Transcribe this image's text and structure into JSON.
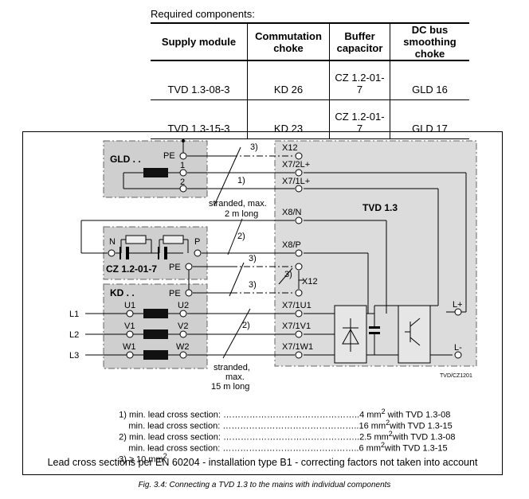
{
  "required_title": "Required components:",
  "table": {
    "headers": [
      {
        "l1": "Supply module",
        "l2": ""
      },
      {
        "l1": "Commutation",
        "l2": "choke"
      },
      {
        "l1": "Buffer",
        "l2": "capacitor"
      },
      {
        "l1": "DC bus",
        "l2": "smoothing choke"
      }
    ],
    "rows": [
      [
        "TVD 1.3-08-3",
        "KD 26",
        "CZ 1.2-01-7",
        "GLD 16"
      ],
      [
        "TVD 1.3-15-3",
        "KD 23",
        "CZ 1.2-01-7",
        "GLD 17"
      ]
    ]
  },
  "diagram": {
    "gld_label": "GLD . .",
    "cz_label": "CZ 1.2-01-7",
    "kd_label": "KD . .",
    "tvd_label": "TVD 1.3",
    "pe": "PE",
    "n": "N",
    "p": "P",
    "one": "1",
    "two": "2",
    "u1": "U1",
    "u2": "U2",
    "v1": "V1",
    "v2": "V2",
    "w1": "W1",
    "w2": "W2",
    "l1": "L1",
    "l2": "L2",
    "l3": "L3",
    "x12": "X12",
    "x7_2l": "X7/2L+",
    "x7_1l": "X7/1L+",
    "x8n": "X8/N",
    "x8p": "X8/P",
    "x7_1u1": "X7/1U1",
    "x7_1v1": "X7/1V1",
    "x7_1w1": "X7/1W1",
    "lplus": "L+",
    "lminus": "L-",
    "ref1": "1)",
    "ref2": "2)",
    "ref3": "3)",
    "stranded_a1": "stranded, max.",
    "stranded_a2": "2 m long",
    "stranded_b1": "stranded,",
    "stranded_b2": "max.",
    "stranded_b3": "15 m long",
    "code": "TVD/CZ1201"
  },
  "notes": [
    {
      "label": "1) min. lead cross section:",
      "dots": "………………………………………..",
      "value": "4 mm",
      "exp": "2",
      "with": "with TVD 1.3-08"
    },
    {
      "label": "    min. lead cross section:",
      "dots": "………………………………………..",
      "value": "16 mm",
      "exp": "2",
      "with": "with TVD 1.3-15"
    },
    {
      "label": "2) min. lead cross section:",
      "dots": "………………………………………..",
      "value": "2.5 mm",
      "exp": "2",
      "with": "with TVD 1.3-08"
    },
    {
      "label": "    min. lead cross section:",
      "dots": "………………………………………..",
      "value": "6 mm",
      "exp": "2",
      "with": "with TVD 1.3-15"
    }
  ],
  "note3": {
    "text": "3) ≥ 10 mm",
    "exp": "2"
  },
  "footer": "Lead cross sections per EN 60204 - installation type B1 - correcting factors not taken into account",
  "caption": "Fig. 3.4:    Connecting a TVD 1.3 to the mains with individual components"
}
